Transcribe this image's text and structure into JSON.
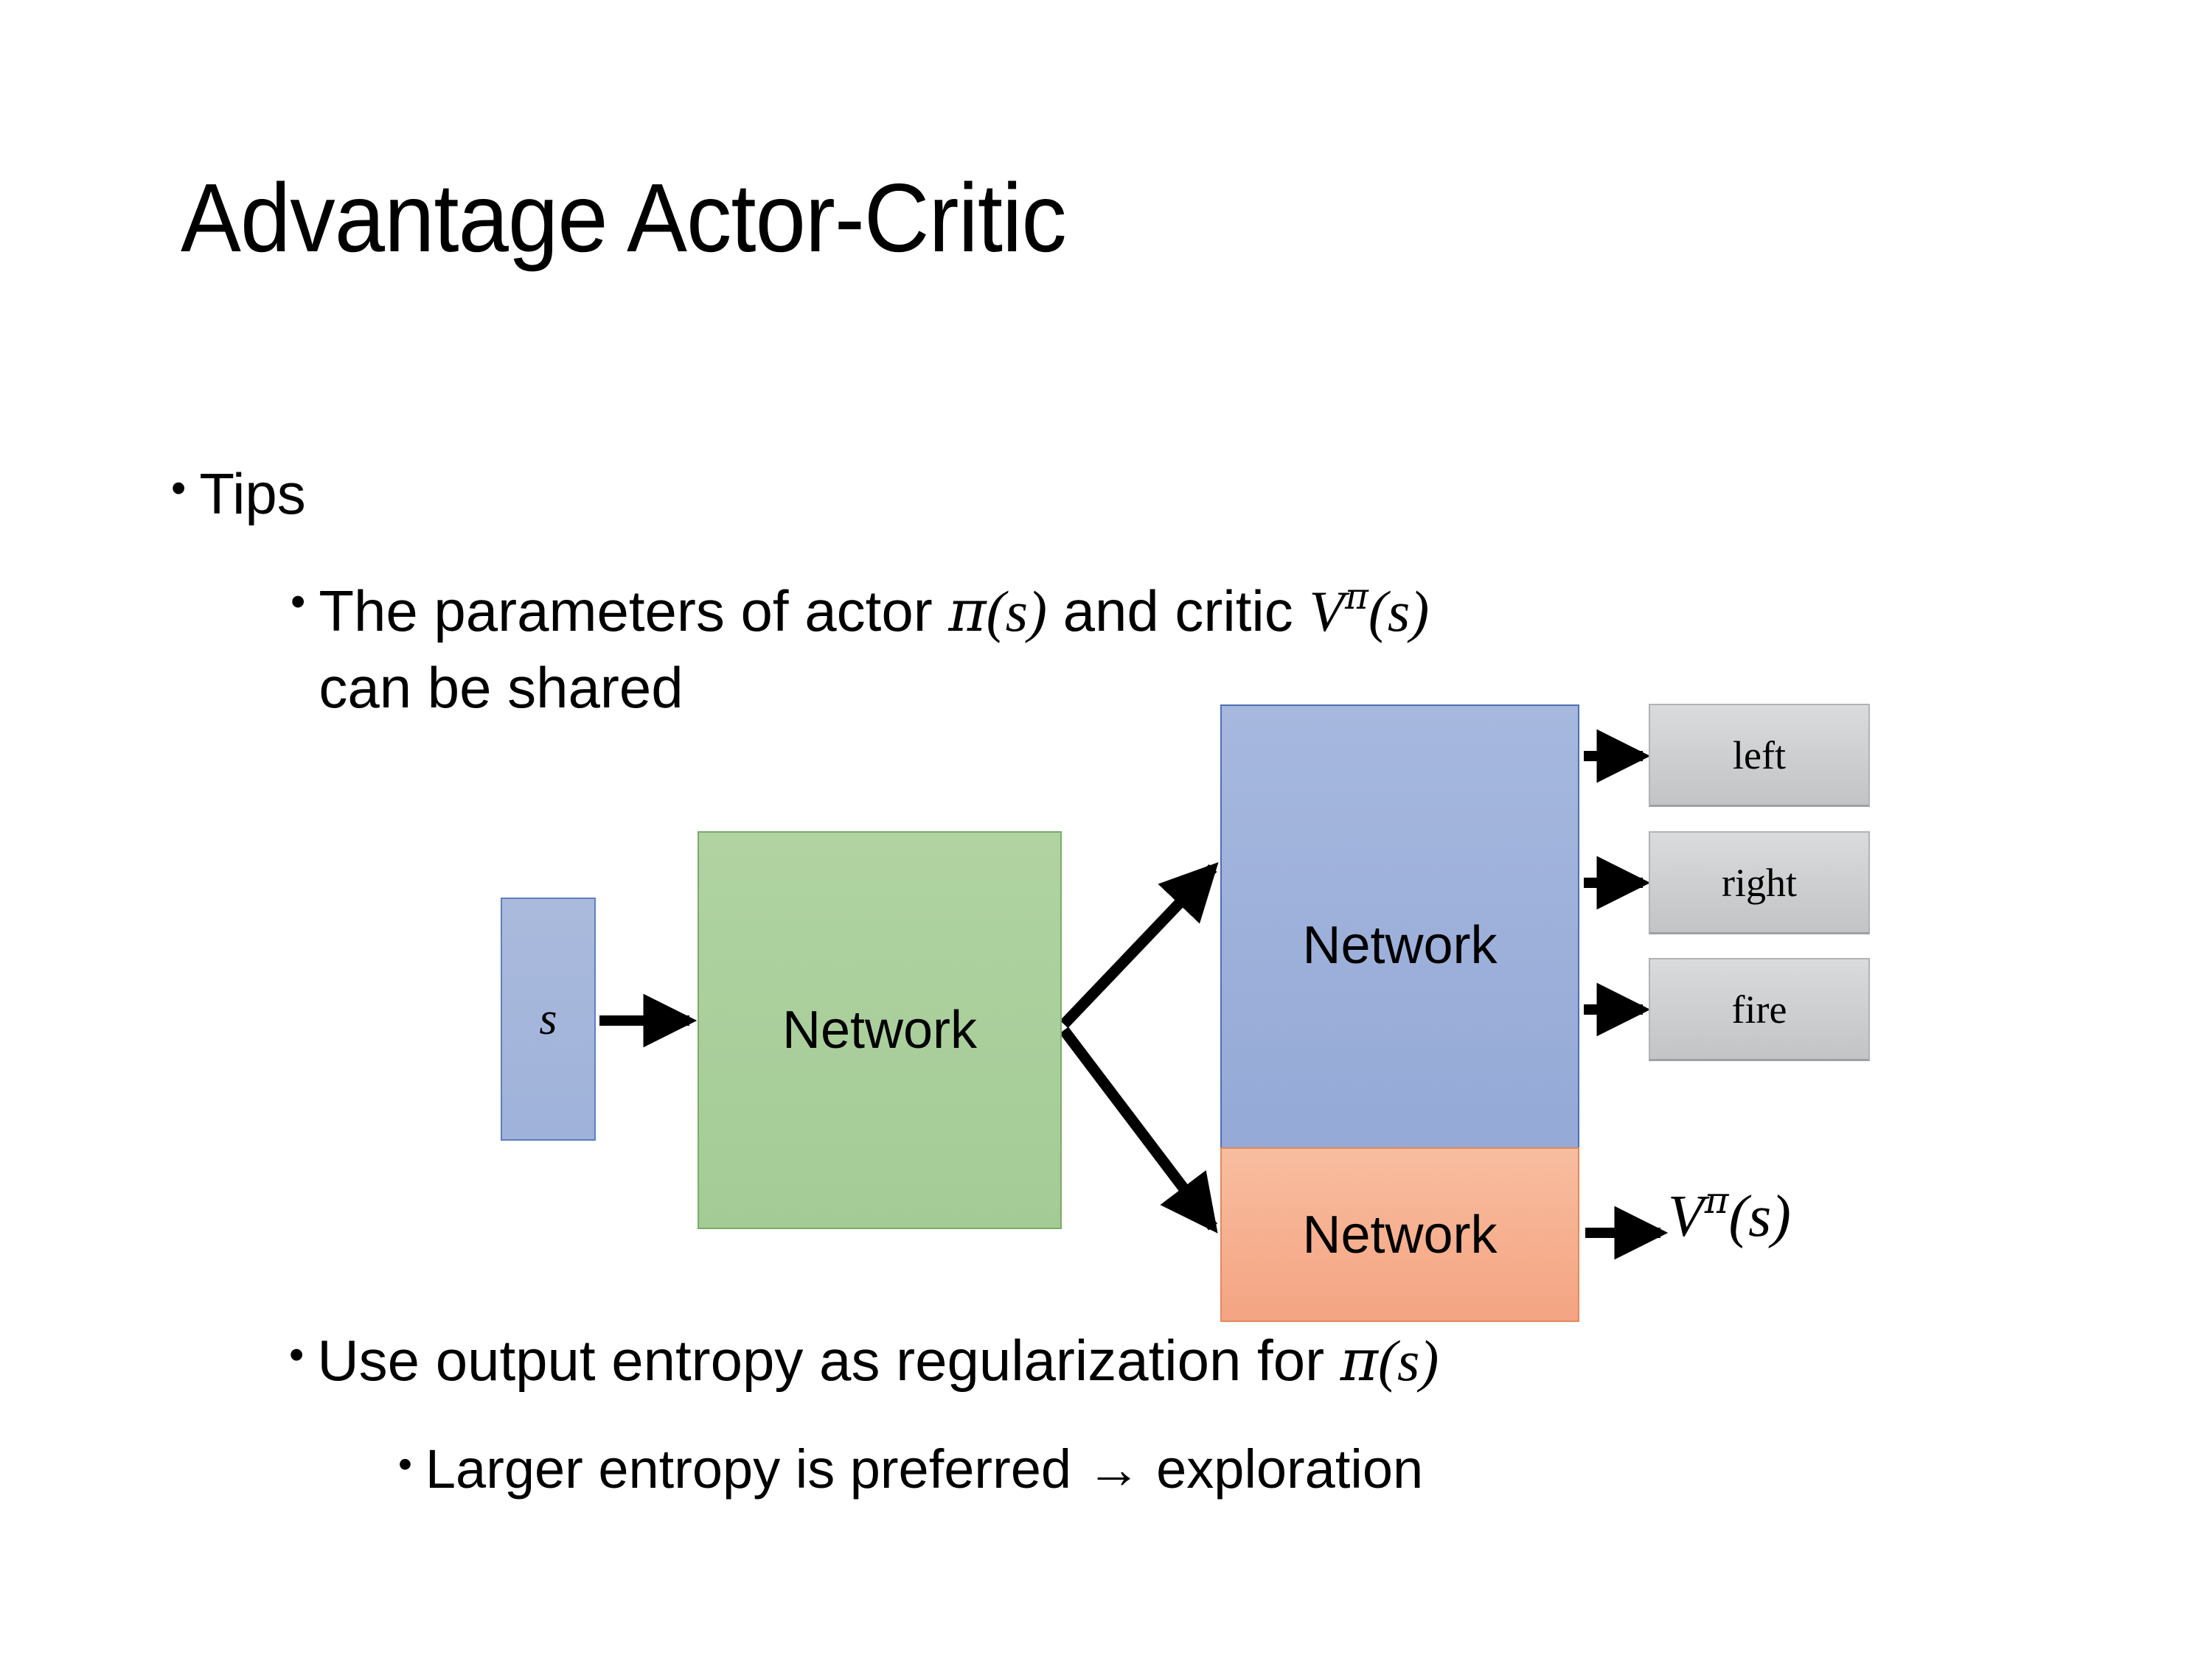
{
  "slide": {
    "title": "Advantage Actor-Critic",
    "background_color": "#FFFFFF"
  },
  "bullets": [
    {
      "level": 1,
      "marker": "•",
      "text": "Tips"
    },
    {
      "level": 2,
      "marker": "•",
      "text": "The parameters of actor π(s)  and critic Vπ(s) can be shared",
      "segments": {
        "pre": "The parameters of actor ",
        "math1_pi": "π",
        "math1_args": "(s)",
        "mid": "  and critic ",
        "math2_v": "V",
        "math2_sup": "π",
        "math2_args": "(s)",
        "post": "can be shared"
      }
    },
    {
      "level": 2,
      "marker": "•",
      "text": "Use output entropy as regularization for π(s)",
      "segments": {
        "pre": "Use output entropy as regularization for ",
        "math_pi": "π",
        "math_args": "(s)"
      }
    },
    {
      "level": 3,
      "marker": "•",
      "text": "Larger entropy is preferred → exploration",
      "arrow_glyph": "→"
    }
  ],
  "diagram": {
    "input_node": {
      "label": "s",
      "fill": "#A5B6DB",
      "border": "#5F7FC0"
    },
    "shared_node": {
      "label": "Network",
      "fill": "#AAD09B",
      "border": "#7AAB68"
    },
    "actor_node": {
      "label": "Network",
      "fill": "#9DB0DA",
      "border": "#4F6FB5"
    },
    "critic_node": {
      "label": "Network",
      "fill": "#F6B091",
      "border": "#E08A5C"
    },
    "action_outputs": [
      {
        "label": "left",
        "fill": "#CDCFD0"
      },
      {
        "label": "right",
        "fill": "#CDCFD0"
      },
      {
        "label": "fire",
        "fill": "#CDCFD0"
      }
    ],
    "critic_output": {
      "symbol": "V",
      "superscript": "π",
      "argument": "(s)"
    },
    "arrow_color": "#000000"
  }
}
